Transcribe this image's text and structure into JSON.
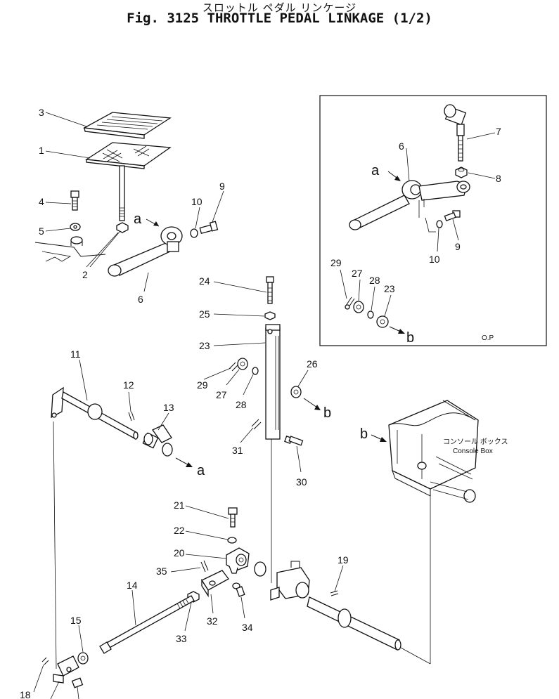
{
  "title_jp": "スロットル ペダル リンケージ",
  "title_en": "Fig. 3125 THROTTLE PEDAL LINKAGE (1/2)",
  "inset": {
    "tag": "O.P"
  },
  "console": {
    "label_jp": "コンソール ボックス",
    "label_en": "Console Box"
  },
  "labels": {
    "p1": "1",
    "p2": "2",
    "p3": "3",
    "p4": "4",
    "p5": "5",
    "p6": "6",
    "p9": "9",
    "p10": "10",
    "i6": "6",
    "i7": "7",
    "i8": "8",
    "i9": "9",
    "i10": "10",
    "i23": "23",
    "i27": "27",
    "i28": "28",
    "i29": "29",
    "p24": "24",
    "p25": "25",
    "p23": "23",
    "p26": "26",
    "p27": "27",
    "p28": "28",
    "p29": "29",
    "p30": "30",
    "p31": "31",
    "p11": "11",
    "p12": "12",
    "p13": "13",
    "p14": "14",
    "p15": "15",
    "p18": "18",
    "p19": "19",
    "p20": "20",
    "p21": "21",
    "p22": "22",
    "p32": "32",
    "p33": "33",
    "p34": "34",
    "p35": "35",
    "la1": "a",
    "la2": "a",
    "la3": "a",
    "lb1": "b",
    "lb2": "b",
    "lb3": "b"
  }
}
